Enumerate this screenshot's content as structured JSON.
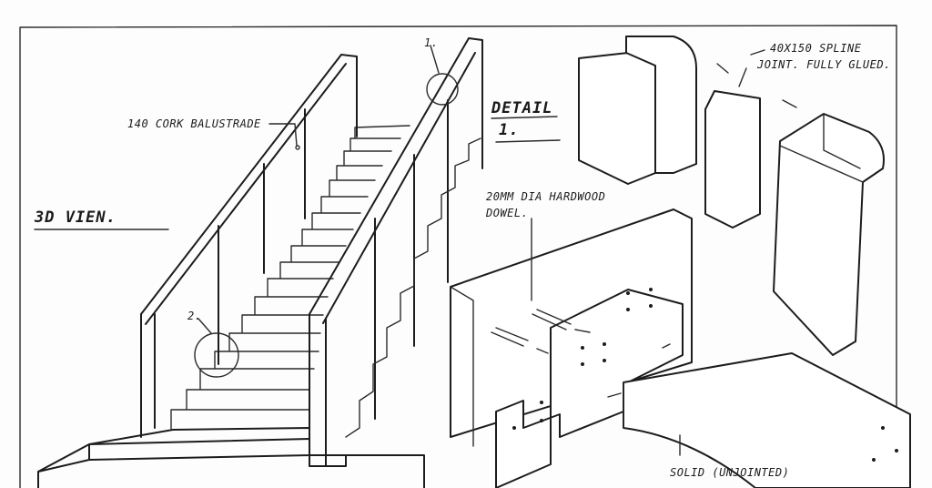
{
  "labels": {
    "view_title": "3D Vien.",
    "cork_balustrade": "140 Cork Balustrade",
    "detail_title": "Detail",
    "detail_number": "1.",
    "marker_1": "1.",
    "marker_2": "2.",
    "spline_line1": "40x150 Spline",
    "spline_line2": "Joint. Fully Glued.",
    "dowel_line1": "20mm Dia Hardwood",
    "dowel_line2": "Dowel.",
    "solid_line1": "Solid (Unjointed)"
  },
  "colors": {
    "ink": "#1c1c1c",
    "paper": "#fdfdfd"
  }
}
